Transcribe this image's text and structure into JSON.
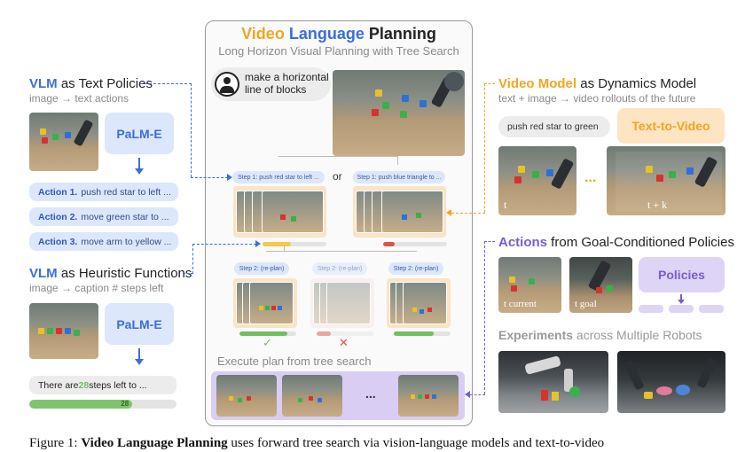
{
  "center": {
    "title_video": "Video",
    "title_language": "Language",
    "title_planning": "Planning",
    "subtitle": "Long Horizon Visual Planning with Tree Search",
    "instruction": "make a horizontal line of blocks",
    "or_label": "or",
    "step1_left": "Step 1: push red star to left ...",
    "step1_right": "Step 1: push blue triangle to ...",
    "step2_label": "Step 2: (re-plan)",
    "check_mark": "✓",
    "cross_mark": "✕",
    "execute_label": "Execute plan from tree search",
    "ellipsis": "..."
  },
  "left_top": {
    "heading_vlm": "VLM",
    "heading_rest": " as Text Policies",
    "subheading": "image → text actions",
    "model": "PaLM-E",
    "actions": [
      {
        "num": "Action 1.",
        "text": "push red star to left ..."
      },
      {
        "num": "Action 2.",
        "text": "move green star to ..."
      },
      {
        "num": "Action 3.",
        "text": "move arm to yellow ..."
      }
    ]
  },
  "left_bottom": {
    "heading_vlm": "VLM",
    "heading_rest": " as Heuristic Functions",
    "subheading": "image → caption # steps left",
    "model": "PaLM-E",
    "caption_pre": "There are ",
    "caption_num": "28",
    "caption_post": " steps left to ...",
    "progress_value": "28",
    "progress_fraction": 0.7
  },
  "right_top": {
    "heading_colored": "Video Model",
    "heading_rest": " as Dynamics Model",
    "subheading": "text + image → video rollouts of the future",
    "prompt": "push red star to green",
    "model": "Text-to-Video",
    "label_t": "t",
    "label_tk": "t + k",
    "ellipsis": "..."
  },
  "right_mid": {
    "heading_colored": "Actions",
    "heading_rest": " from Goal-Conditioned Policies",
    "label_current": "t current",
    "label_goal": "t goal",
    "model": "Policies"
  },
  "right_bottom": {
    "heading_bold": "Experiments",
    "heading_rest": " across Multiple Robots"
  },
  "caption": {
    "prefix": "Figure 1: ",
    "bold": "Video Language Planning",
    "rest": " uses forward tree search via vision-language models and text-to-video"
  },
  "colors": {
    "blue": "#3b6fd8",
    "orange": "#f3a521",
    "purple": "#7b5bd1",
    "green": "#6fbf5e",
    "red": "#d9534f",
    "yellow": "#f2c94c"
  }
}
